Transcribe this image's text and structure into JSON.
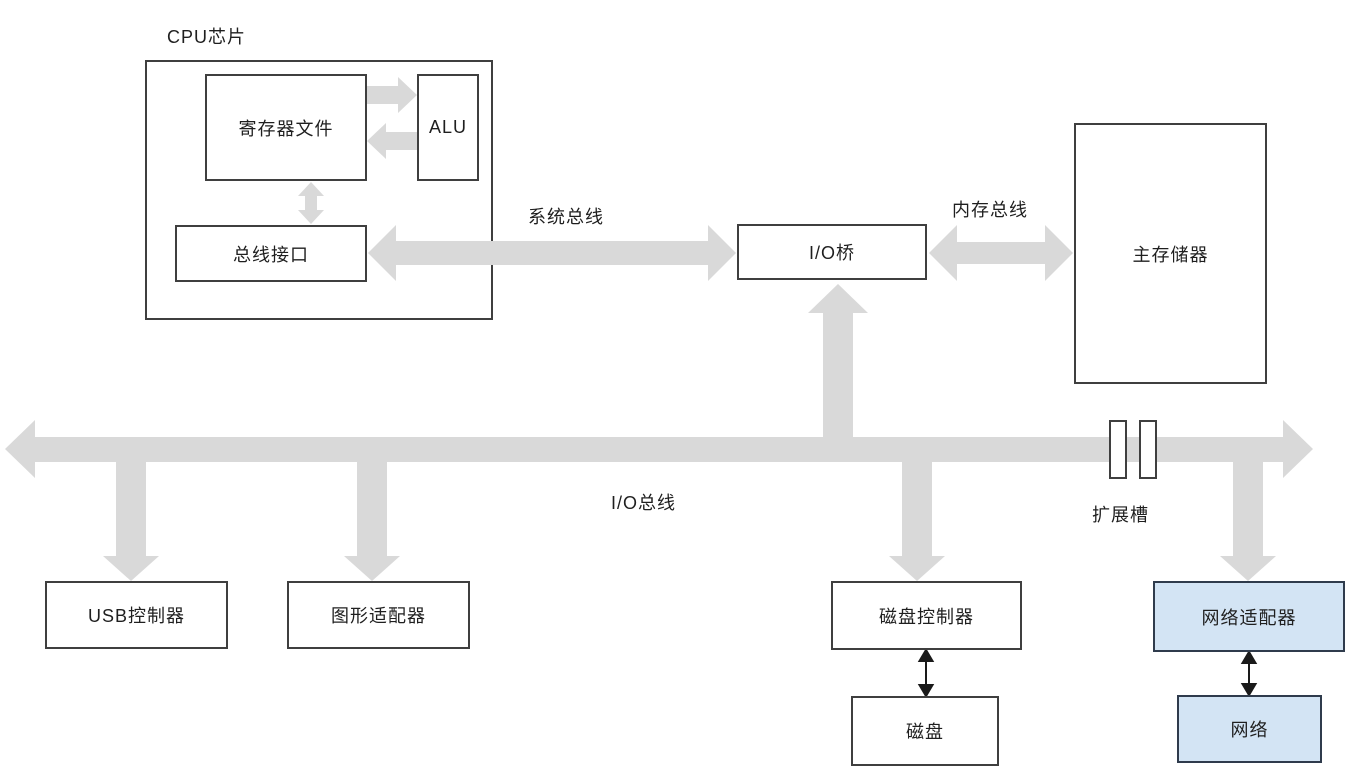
{
  "diagram": {
    "cpu_chip_title": "CPU芯片",
    "nodes": {
      "register_file": "寄存器文件",
      "alu": "ALU",
      "bus_interface": "总线接口",
      "io_bridge": "I/O桥",
      "main_memory": "主存储器",
      "usb_controller": "USB控制器",
      "graphics_adapter": "图形适配器",
      "disk_controller": "磁盘控制器",
      "network_adapter": "网络适配器",
      "disk": "磁盘",
      "network": "网络"
    },
    "bus_labels": {
      "system_bus": "系统总线",
      "memory_bus": "内存总线",
      "io_bus": "I/O总线",
      "expansion_slots": "扩展槽"
    },
    "colors": {
      "bus_gray": "#d9d9d9",
      "box_border": "#3f3f3f",
      "highlight_fill": "#d3e4f4",
      "highlight_border": "#2f3b4c",
      "thin_arrow": "#1a1a1a",
      "text": "#1f1f1f"
    }
  }
}
